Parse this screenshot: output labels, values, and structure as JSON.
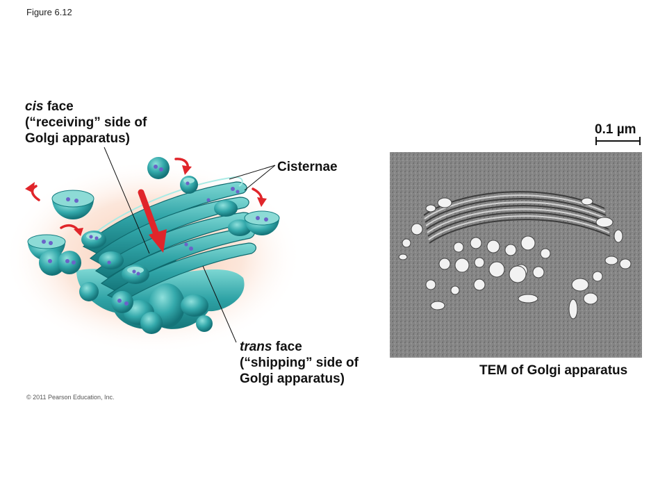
{
  "figure_number": "Figure 6.12",
  "cis_label": {
    "italic": "cis",
    "rest1": " face",
    "line2": "(“receiving” side of",
    "line3": "Golgi apparatus)"
  },
  "cisternae_label": "Cisternae",
  "trans_label": {
    "italic": "trans",
    "rest1": " face",
    "line2": "(“shipping” side of",
    "line3": "Golgi apparatus)"
  },
  "scale_bar": "0.1 µm",
  "tem_caption": "TEM of Golgi apparatus",
  "copyright": "© 2011 Pearson Education, Inc.",
  "colors": {
    "golgi_teal": "#2aa5a8",
    "golgi_light": "#5cc6c4",
    "golgi_dark": "#137c80",
    "vesicle_cargo": "#6a63c8",
    "arrow_red": "#e0252a",
    "glow": "#f8d2bd"
  }
}
